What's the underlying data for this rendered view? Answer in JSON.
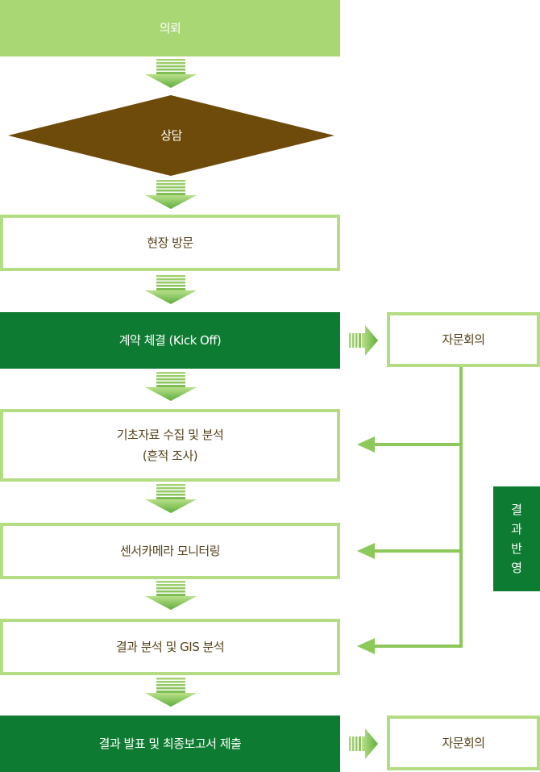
{
  "steps": {
    "request": "의뢰",
    "consultation": "상담",
    "site_visit": "현장 방문",
    "contract": "계약 체결 (Kick Off)",
    "data_collection_line1": "기초자료 수집 및 분석",
    "data_collection_line2": "(흔적 조사)",
    "sensor_monitoring": "센서카메라 모니터링",
    "result_analysis": "결과 분석 및 GIS 분석",
    "final_report": "결과 발표 및 최종보고서 제출"
  },
  "side": {
    "advisory_meeting_1": "자문회의",
    "advisory_meeting_2": "자문회의",
    "feedback_label": "결과반영"
  },
  "colors": {
    "light_green": "#a9d774",
    "dark_green": "#0d7b31",
    "brown": "#6e4b0a",
    "outline_green": "#b3dc83",
    "line_green": "#8dc85b"
  }
}
